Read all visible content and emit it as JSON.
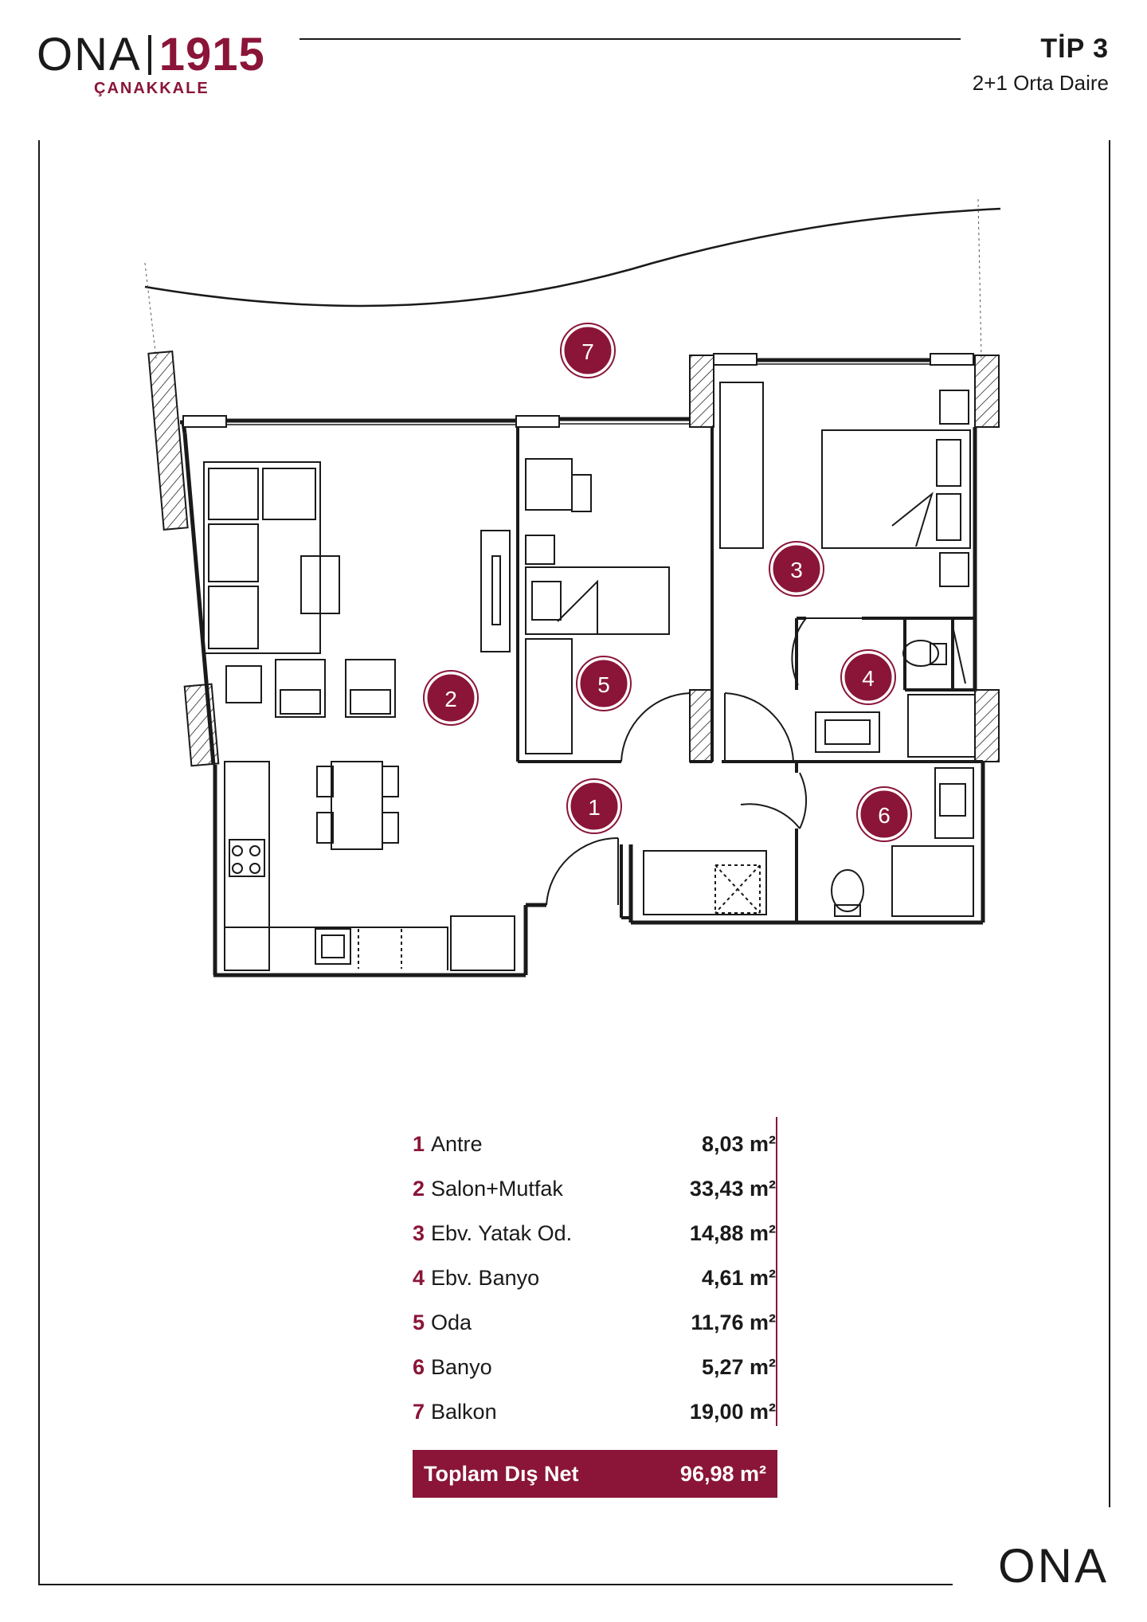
{
  "header": {
    "brand_name": "ONA",
    "brand_year": "1915",
    "brand_city": "ÇANAKKALE",
    "type_title": "TİP 3",
    "type_subtitle": "2+1 Orta Daire"
  },
  "rooms": [
    {
      "number": "1",
      "name": "Antre",
      "area": "8,03 m²"
    },
    {
      "number": "2",
      "name": "Salon+Mutfak",
      "area": "33,43 m²"
    },
    {
      "number": "3",
      "name": "Ebv. Yatak Od.",
      "area": "14,88 m²"
    },
    {
      "number": "4",
      "name": "Ebv. Banyo",
      "area": "4,61 m²"
    },
    {
      "number": "5",
      "name": "Oda",
      "area": "11,76 m²"
    },
    {
      "number": "6",
      "name": "Banyo",
      "area": "5,27 m²"
    },
    {
      "number": "7",
      "name": "Balkon",
      "area": "19,00 m²"
    }
  ],
  "total": {
    "label": "Toplam Dış Net",
    "area": "96,98 m²"
  },
  "footer": {
    "logo": "ONA"
  },
  "colors": {
    "accent": "#8a1538",
    "ink": "#1a1a1a"
  }
}
